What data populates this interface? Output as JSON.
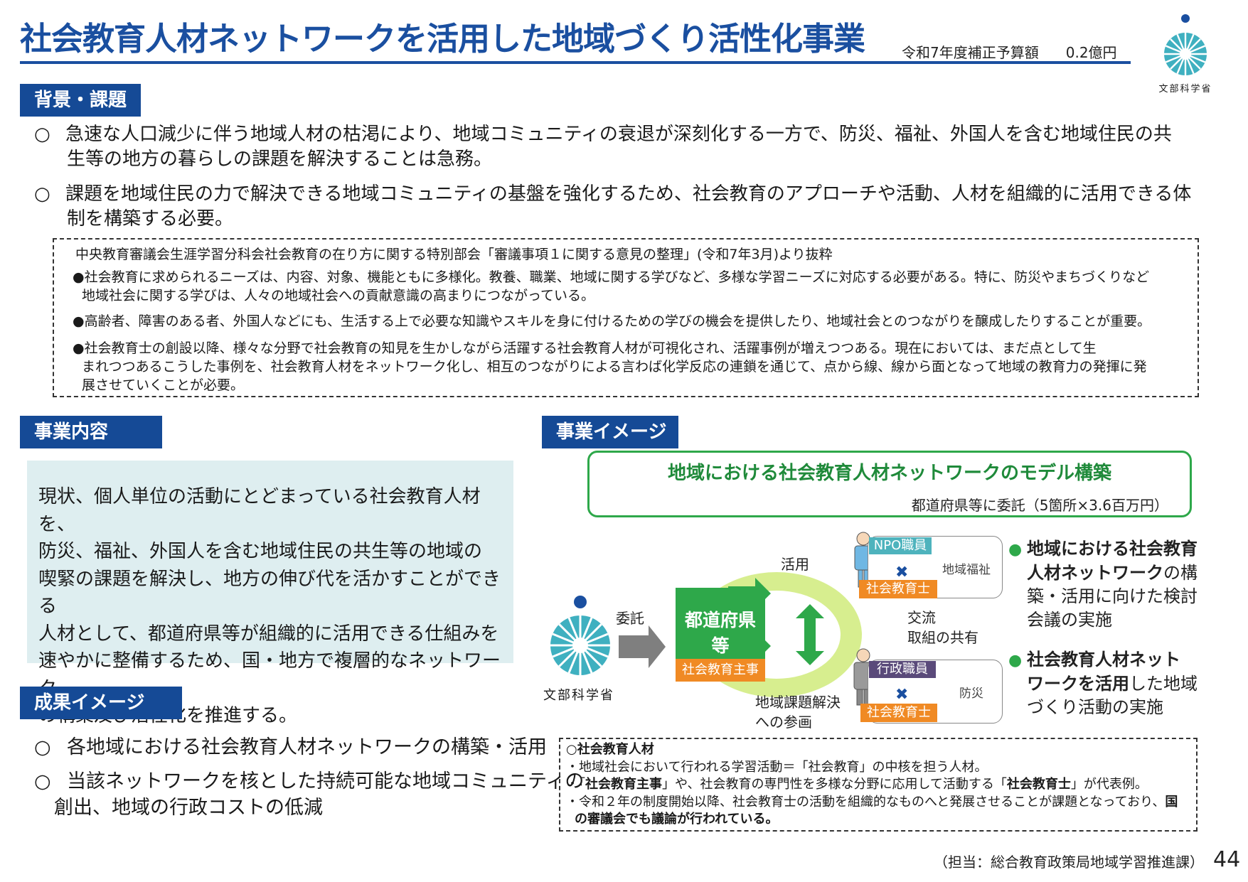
{
  "title": "社会教育人材ネットワークを活用した地域づくり活性化事業",
  "budget": {
    "label": "令和7年度補正予算額",
    "amount": "0.2億円"
  },
  "logo_label": "文部科学省",
  "background": {
    "heading": "背景・課題",
    "items": [
      {
        "mark": "○",
        "line1": "急速な人口減少に伴う地域人材の枯渇により、地域コミュニティの衰退が深刻化する一方で、防災、福祉、外国人を含む地域住民の共",
        "line2": "生等の地方の暮らしの課題を解決することは急務。"
      },
      {
        "mark": "○",
        "line1": "課題を地域住民の力で解決できる地域コミュニティの基盤を強化するため、社会教育のアプローチや活動、人材を組織的に活用できる体",
        "line2": "制を構築する必要。"
      }
    ],
    "quote": {
      "source": "中央教育審議会生涯学習分科会社会教育の在り方に関する特別部会「審議事項１に関する意見の整理」(令和7年3月)より抜粋",
      "bullets": [
        {
          "lines": [
            "●社会教育に求められるニーズは、内容、対象、機能ともに多様化。教養、職業、地域に関する学びなど、多様な学習ニーズに対応する必要がある。特に、防災やまちづくりなど",
            "地域社会に関する学びは、人々の地域社会への貢献意識の高まりにつながっている。"
          ]
        },
        {
          "lines": [
            "●高齢者、障害のある者、外国人などにも、生活する上で必要な知識やスキルを身に付けるための学びの機会を提供したり、地域社会とのつながりを醸成したりすることが重要。"
          ]
        },
        {
          "lines": [
            "●社会教育士の創設以降、様々な分野で社会教育の知見を生かしながら活躍する社会教育人材が可視化され、活躍事例が増えつつある。現在においては、まだ点として生",
            "まれつつあるこうした事例を、社会教育人材をネットワーク化し、相互のつながりによる言わば化学反応の連鎖を通じて、点から線、線から面となって地域の教育力の発揮に発",
            "展させていくことが必要。"
          ]
        }
      ]
    }
  },
  "business": {
    "heading": "事業内容",
    "lines": [
      "現状、個人単位の活動にとどまっている社会教育人材を、",
      "防災、福祉、外国人を含む地域住民の共生等の地域の",
      "喫緊の課題を解決し、地方の伸び代を活かすことができる",
      "人材として、都道府県等が組織的に活用できる仕組みを",
      "速やかに整備するため、国・地方で複層的なネットワーク",
      "の構築及び活性化を推進する。"
    ]
  },
  "results": {
    "heading": "成果イメージ",
    "item1": {
      "mark": "○",
      "text": "各地域における社会教育人材ネットワークの構築・活用"
    },
    "item2": {
      "mark": "○",
      "line1": "当該ネットワークを核とした持続可能な地域コミュニティの",
      "line2": "創出、地域の行政コストの低減"
    }
  },
  "image": {
    "heading": "事業イメージ",
    "model_title": "地域における社会教育人材ネットワークのモデル構築",
    "model_sub": "都道府県等に委託（5箇所×3.6百万円）",
    "entrust": "委託",
    "pref_line1": "都道府県",
    "pref_line2": "等",
    "pref_tag": "社会教育主事",
    "use_label": "活用",
    "exchange_line1": "交流",
    "exchange_line2": "取組の共有",
    "participation_line1": "地域課題解決",
    "participation_line2": "への参画",
    "npo_tag": "NPO職員",
    "npo_field": "地域福祉",
    "npo_role": "社会教育士",
    "gov_tag": "行政職員",
    "gov_field": "防災",
    "gov_role": "社会教育士",
    "cross": "✖",
    "logo_label": "文部科学省",
    "bullets": [
      {
        "bold1": "地域における社会教育",
        "bold2": "人材ネットワーク",
        "rest2": "の構",
        "line3": "築・活用に向けた検討",
        "line4": "会議の実施"
      },
      {
        "bold1": "社会教育人材ネット",
        "bold2": "ワークを活用",
        "rest2": "した地域",
        "line3": "づくり活動の実施"
      }
    ]
  },
  "definition": {
    "title": "○社会教育人材",
    "line1": "・地域社会において行われる学習活動＝「社会教育」の中核を担う人材。",
    "line2_a": "・「",
    "line2_b": "社会教育主事",
    "line2_c": "」や、社会教育の専門性を多様な分野に応用して活動する「",
    "line2_d": "社会教育士",
    "line2_e": "」が代表例。",
    "line3_a": "・令和２年の制度開始以降、社会教育士の活動を組織的なものへと発展させることが課題となっており、",
    "line3_b": "国",
    "line4": "の審議会でも議論が行われている。"
  },
  "footer": "（担当：総合教育政策局地域学習推進課）",
  "page_number": "44",
  "colors": {
    "brand_blue": "#1a4fa0",
    "heading_bg": "#154a96",
    "green": "#2ea84a",
    "orange": "#f08a24",
    "teal": "#4eb3bd",
    "light_teal_bg": "#deeef0"
  }
}
